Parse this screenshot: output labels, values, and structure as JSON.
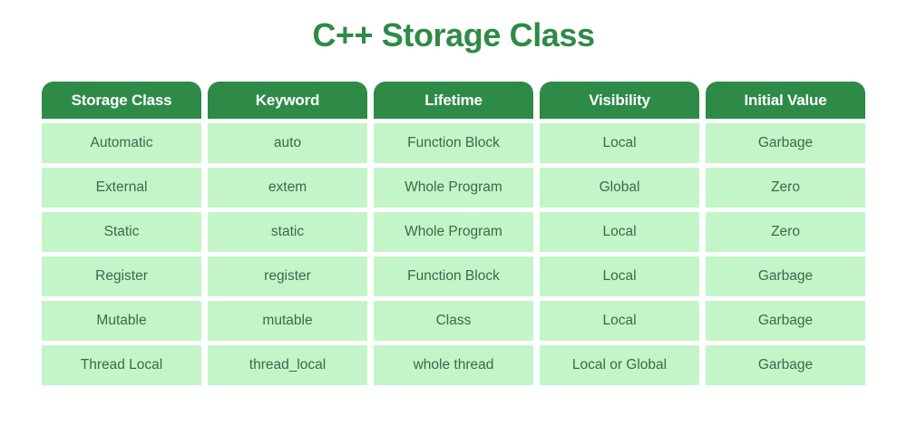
{
  "page": {
    "title": "C++ Storage Class",
    "background_color": "#FFFFFF",
    "title_color": "#2E8B47"
  },
  "theme": {
    "header_bg": "#2E8B47",
    "header_text": "#FFFFFF",
    "cell_bg": "#C3F5C8",
    "cell_text": "#386A4C"
  },
  "table": {
    "columns": [
      "Storage Class",
      "Keyword",
      "Lifetime",
      "Visibility",
      "Initial Value"
    ],
    "rows": [
      {
        "storage_class": "Automatic",
        "keyword": "auto",
        "lifetime": "Function Block",
        "visibility": "Local",
        "initial_value": "Garbage"
      },
      {
        "storage_class": "External",
        "keyword": "extem",
        "lifetime": "Whole Program",
        "visibility": "Global",
        "initial_value": "Zero"
      },
      {
        "storage_class": "Static",
        "keyword": "static",
        "lifetime": "Whole Program",
        "visibility": "Local",
        "initial_value": "Zero"
      },
      {
        "storage_class": "Register",
        "keyword": "register",
        "lifetime": "Function Block",
        "visibility": "Local",
        "initial_value": "Garbage"
      },
      {
        "storage_class": "Mutable",
        "keyword": "mutable",
        "lifetime": "Class",
        "visibility": "Local",
        "initial_value": "Garbage"
      },
      {
        "storage_class": "Thread Local",
        "keyword": "thread_local",
        "lifetime": "whole thread",
        "visibility": "Local or Global",
        "initial_value": "Garbage"
      }
    ]
  }
}
